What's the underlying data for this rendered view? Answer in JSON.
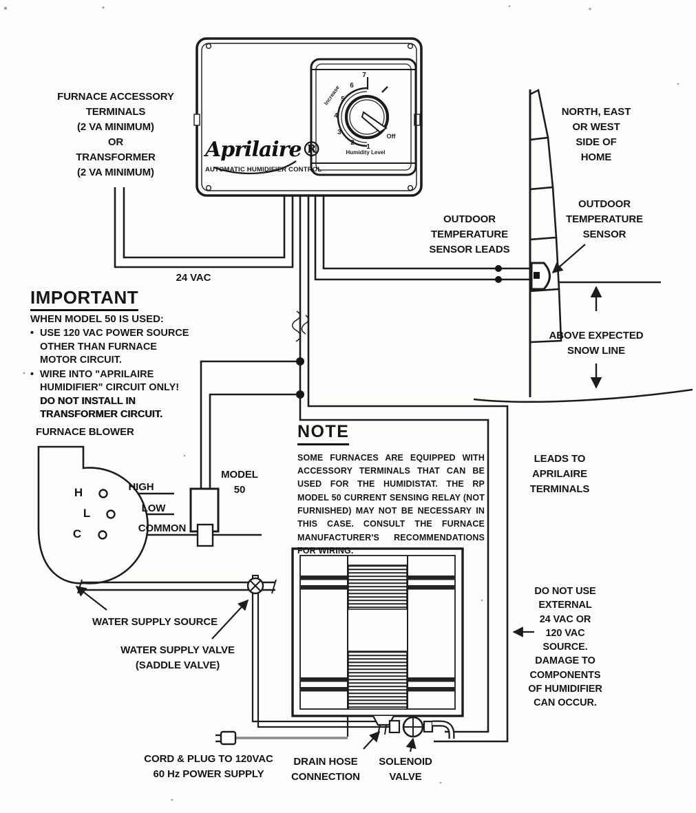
{
  "colors": {
    "ink": "#1c1c1c",
    "paper": "#fdfdfc"
  },
  "control": {
    "brand": "Aprilaire®",
    "subtitle": "AUTOMATIC HUMIDIFIER CONTROL",
    "dial": {
      "numbers": [
        "7",
        "6",
        "5",
        "4",
        "3",
        "2",
        "1"
      ],
      "off": "Off",
      "increase": "Increase",
      "caption": "Humidity Level"
    }
  },
  "labels": {
    "furnace_accessory": "FURNACE ACCESSORY\nTERMINALS\n(2 VA MINIMUM)\nOR\nTRANSFORMER\n(2 VA MINIMUM)",
    "vac_24": "24 VAC",
    "outdoor_sensor_leads": "OUTDOOR\nTEMPERATURE\nSENSOR LEADS",
    "house_side": "NORTH, EAST\nOR WEST\nSIDE OF\nHOME",
    "outdoor_sensor": "OUTDOOR\nTEMPERATURE\nSENSOR",
    "above_snow_line": "ABOVE EXPECTED\nSNOW LINE",
    "leads_to_terminals": "LEADS TO\nAPRILAIRE\nTERMINALS",
    "do_not_use": "DO NOT USE\nEXTERNAL\n24 VAC OR\n120 VAC\nSOURCE.\nDAMAGE TO\nCOMPONENTS\nOF HUMIDIFIER\nCAN OCCUR.",
    "furnace_blower": "FURNACE BLOWER",
    "model_50": "MODEL\n50",
    "water_supply_source": "WATER SUPPLY SOURCE",
    "water_supply_valve": "WATER SUPPLY VALVE\n(SADDLE VALVE)",
    "cord_plug": "CORD & PLUG TO 120VAC\n60 Hz POWER SUPPLY",
    "drain_hose": "DRAIN HOSE\nCONNECTION",
    "solenoid_valve": "SOLENOID\nVALVE"
  },
  "blower": {
    "terminals": [
      {
        "letter": "H",
        "label": "HIGH"
      },
      {
        "letter": "L",
        "label": "LOW"
      },
      {
        "letter": "C",
        "label": "COMMON"
      }
    ]
  },
  "important": {
    "heading": "IMPORTANT",
    "intro": "WHEN MODEL 50 IS USED:",
    "bullets": [
      {
        "text": "USE 120 VAC POWER SOURCE OTHER THAN FURNACE MOTOR CIRCUIT.",
        "bold": ""
      },
      {
        "text": "WIRE INTO \"APRILAIRE HUMIDIFIER\" CIRCUIT ONLY!",
        "bold": "DO NOT INSTALL IN TRANSFORMER CIRCUIT."
      }
    ]
  },
  "note": {
    "heading": "NOTE",
    "body": "SOME FURNACES ARE EQUIPPED WITH ACCESSORY TERMINALS THAT CAN BE USED FOR THE HUMIDISTAT. THE RP MODEL 50 CURRENT SENSING RELAY (NOT FURNISHED) MAY NOT BE NECESSARY IN THIS CASE. CONSULT THE FURNACE MANUFACTURER'S RECOMMENDATIONS FOR WIRING."
  }
}
